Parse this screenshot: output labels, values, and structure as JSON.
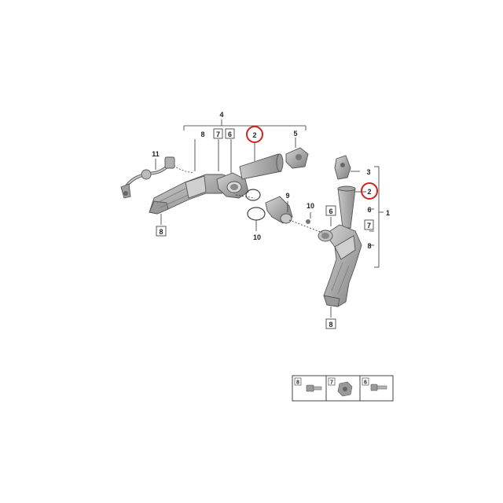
{
  "callouts": {
    "c4": "4",
    "c8_top": "8",
    "c7_top": "7",
    "c6_top": "6",
    "c2_top": "2",
    "c5": "5",
    "c11": "11",
    "c8_left_box": "8",
    "c9": "9",
    "c10_right": "10",
    "c10_left": "10",
    "c6_mid_box": "6",
    "c3": "3",
    "c2_right": "2",
    "c6_right": "6",
    "c1": "1",
    "c7_right_box": "7",
    "c8_right": "8",
    "c8_bottom_box": "8"
  },
  "legend": {
    "cell1_label": "8",
    "cell2_label": "7",
    "cell3_label": "6"
  },
  "colors": {
    "part_fill": "#b9b9b9",
    "part_dark": "#8a8a8a",
    "highlight_circle": "#d62020",
    "line": "#333333"
  }
}
